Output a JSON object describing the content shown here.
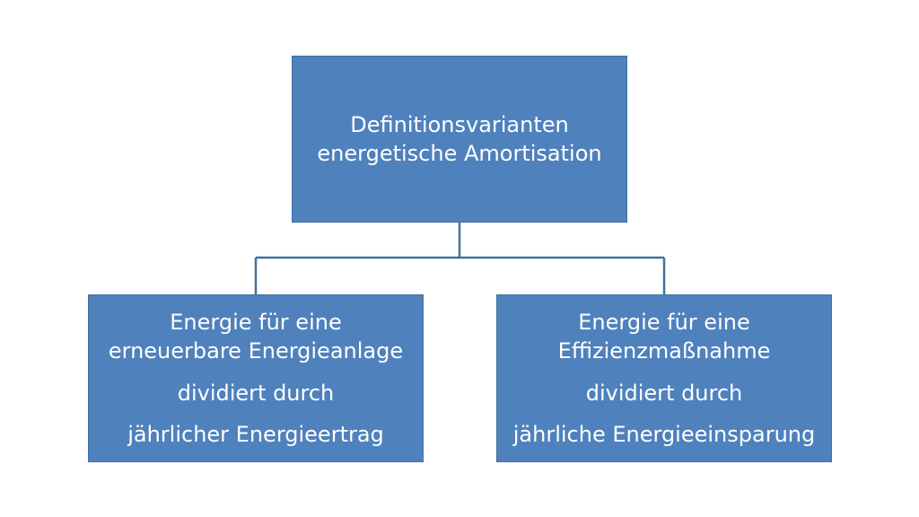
{
  "colors": {
    "box_fill": "#4f81bd",
    "box_text": "#ffffff",
    "connector": "#41719c"
  },
  "root": {
    "lines": [
      "Definitionsvarianten",
      "energetische Amortisation"
    ]
  },
  "left": {
    "lines": [
      "Energie für eine",
      "erneuerbare Energieanlage",
      "dividiert durch",
      "jährlicher Energieertrag"
    ]
  },
  "right": {
    "lines": [
      "Energie für eine",
      "Effizienzmaßnahme",
      "dividiert durch",
      "jährliche Energieeinsparung"
    ]
  }
}
